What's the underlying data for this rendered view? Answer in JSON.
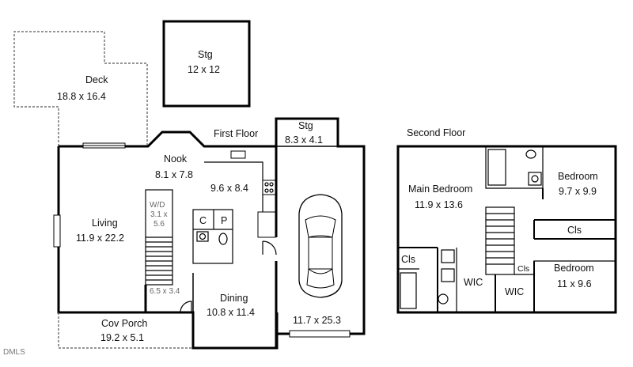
{
  "floors": {
    "first": "First Floor",
    "second": "Second Floor"
  },
  "rooms": {
    "deck": {
      "name": "Deck",
      "size": "18.8 x 16.4"
    },
    "stg_detached": {
      "name": "Stg",
      "size": "12 x 12"
    },
    "stg_garage": {
      "name": "Stg",
      "size": "8.3 x 4.1"
    },
    "nook": {
      "name": "Nook",
      "size": "8.1 x 7.8"
    },
    "kitchen": {
      "size": "9.6 x 8.4"
    },
    "living": {
      "name": "Living",
      "size": "11.9 x 22.2"
    },
    "wd": {
      "name": "W/D",
      "size1": "3.1 x",
      "size2": "5.6"
    },
    "closet": {
      "name": "C"
    },
    "pantry": {
      "name": "P"
    },
    "stair_landing": {
      "size": "6.5 x 3.4"
    },
    "dining": {
      "name": "Dining",
      "size": "10.8 x 11.4"
    },
    "garage": {
      "size": "11.7 x 25.3"
    },
    "cov_porch": {
      "name": "Cov Porch",
      "size": "19.2 x 5.1"
    },
    "main_bedroom": {
      "name": "Main Bedroom",
      "size": "11.9 x 13.6"
    },
    "bedroom_upper": {
      "name": "Bedroom",
      "size": "9.7 x 9.9"
    },
    "cls_hall": {
      "name": "Cls"
    },
    "cls_main": {
      "name": "Cls"
    },
    "cls_small": {
      "name": "Cls"
    },
    "wic_main": {
      "name": "WIC"
    },
    "wic_bedroom": {
      "name": "WIC"
    },
    "bedroom_lower": {
      "name": "Bedroom",
      "size": "11 x 9.6"
    }
  },
  "watermark": "DMLS"
}
